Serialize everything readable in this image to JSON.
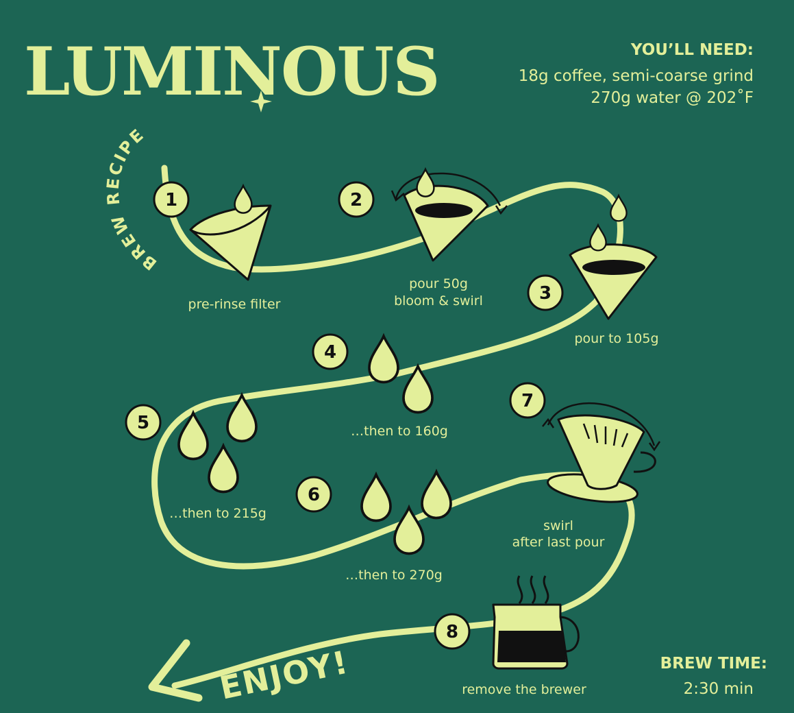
{
  "brand": {
    "logo": "LUMINOUS"
  },
  "subtitle": "BREW RECIPE",
  "needs": {
    "heading": "YOU’LL NEED:",
    "line1": "18g coffee, semi-coarse grind",
    "line2": "270g water @ 202˚F"
  },
  "steps": [
    {
      "number": "1",
      "caption": "pre-rinse filter"
    },
    {
      "number": "2",
      "caption_line1": "pour 50g",
      "caption_line2": "bloom & swirl"
    },
    {
      "number": "3",
      "caption": "pour to 105g"
    },
    {
      "number": "4",
      "caption": "…then to 160g"
    },
    {
      "number": "5",
      "caption": "…then to 215g"
    },
    {
      "number": "6",
      "caption": "…then to 270g"
    },
    {
      "number": "7",
      "caption_line1": "swirl",
      "caption_line2": "after last pour"
    },
    {
      "number": "8",
      "caption": "remove the brewer"
    }
  ],
  "ending": "ENJOY!",
  "brew_time": {
    "label": "BREW TIME:",
    "value": "2:30 min"
  },
  "colors": {
    "background": "#1c6554",
    "accent": "#e3ef9a",
    "ink": "#111111"
  }
}
